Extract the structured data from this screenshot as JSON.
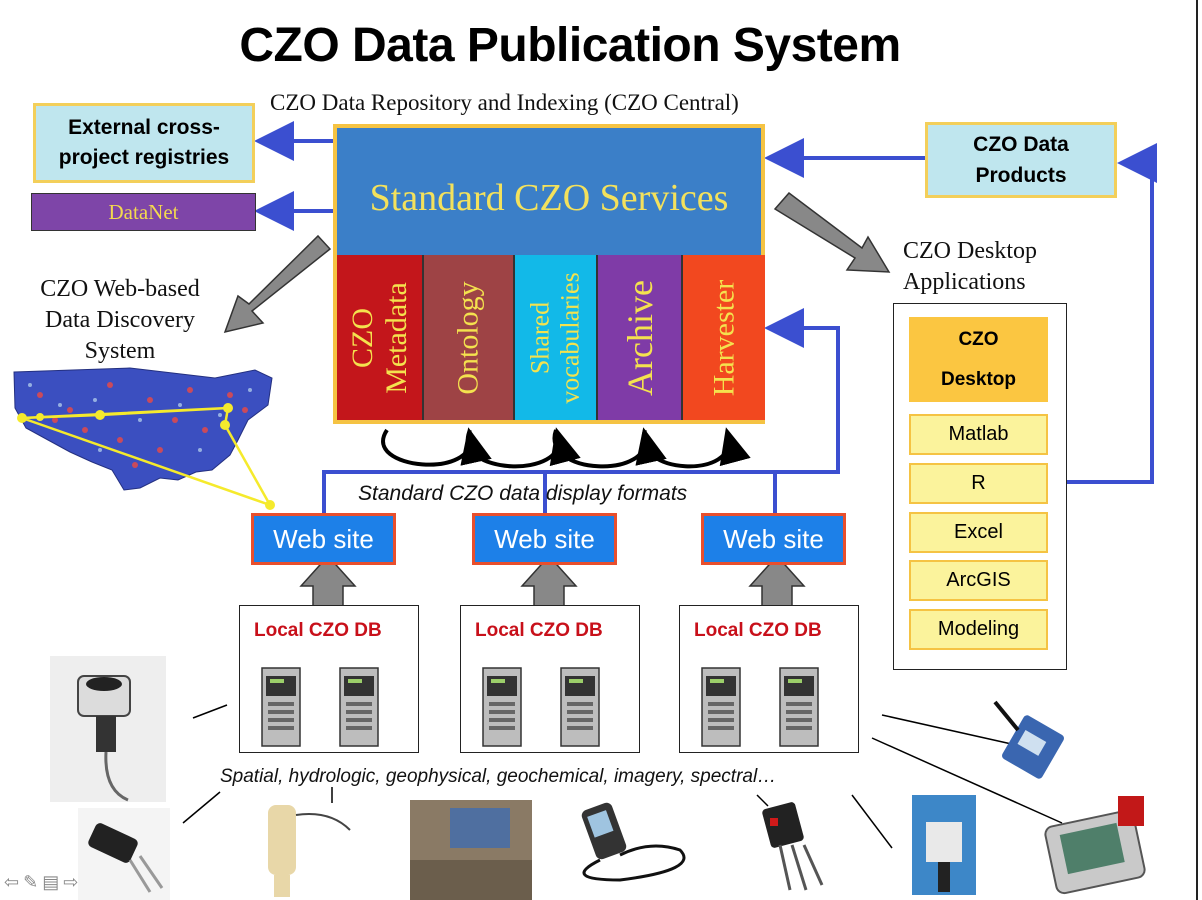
{
  "title": "CZO Data Publication System",
  "central": {
    "caption": "CZO Data Repository and Indexing (CZO Central)",
    "services_title": "Standard CZO Services",
    "columns": [
      {
        "line1": "CZO",
        "line2": "Metadata",
        "color": "#c3161b",
        "text_color": "#f4e24e"
      },
      {
        "line1": "Ontology",
        "line2": "",
        "color": "#9e4345",
        "text_color": "#f4e24e"
      },
      {
        "line1": "Shared",
        "line2": "vocabularies",
        "color": "#12b9e8",
        "text_color": "#f4e24e"
      },
      {
        "line1": "Archive",
        "line2": "",
        "color": "#7f3ba7",
        "text_color": "#f4e24e"
      },
      {
        "line1": "Harvester",
        "line2": "",
        "color": "#f2481f",
        "text_color": "#f4e24e"
      }
    ]
  },
  "external_registries": "External cross-project registries",
  "datanet": "DataNet",
  "data_products": "CZO Data Products",
  "web_discovery": "CZO Web-based Data Discovery System",
  "desktop": {
    "caption": "CZO Desktop Applications",
    "header_line1": "CZO",
    "header_line2": "Desktop",
    "apps": [
      "Matlab",
      "R",
      "Excel",
      "ArcGIS",
      "Modeling"
    ]
  },
  "display_formats": "Standard CZO data display formats",
  "web_site_label": "Web site",
  "local_db_label": "Local CZO DB",
  "sensor_caption": "Spatial, hydrologic, geophysical, geochemical, imagery, spectral…",
  "colors": {
    "arrow_blue": "#3b4fd0",
    "panel_blue": "#3b7fc8",
    "gold_border": "#f5c343",
    "web_blue": "#1d80e8",
    "db_red": "#c8101a"
  }
}
